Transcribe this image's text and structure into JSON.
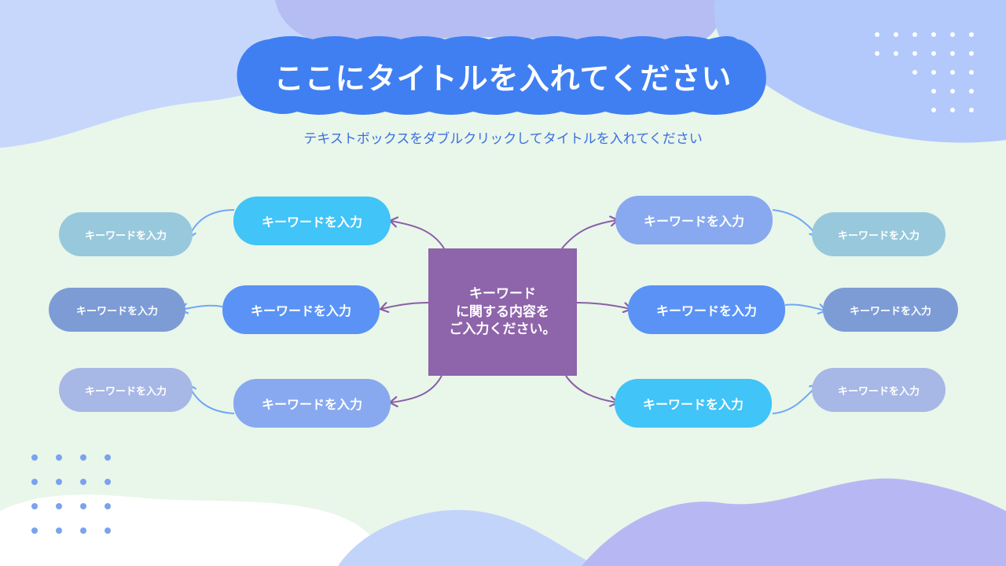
{
  "title": "ここにタイトルを入れてください",
  "subtitle": "テキストボックスをダブルクリックしてタイトルを入れてください",
  "center": "キーワード\nに関する内容を\nご入力ください。",
  "left": [
    {
      "keyword": "キーワードを入力",
      "sub": "キーワードを入力"
    },
    {
      "keyword": "キーワードを入力",
      "sub": "キーワードを入力"
    },
    {
      "keyword": "キーワードを入力",
      "sub": "キーワードを入力"
    }
  ],
  "right": [
    {
      "keyword": "キーワードを入力",
      "sub": "キーワードを入力"
    },
    {
      "keyword": "キーワードを入力",
      "sub": "キーワードを入力"
    },
    {
      "keyword": "キーワードを入力",
      "sub": "キーワードを入力"
    }
  ],
  "colors": {
    "background": "#e9f6ea",
    "title_pill": "#3f7ff2",
    "center_box": "#8e64aa",
    "arrow_center": "#8a5fa6",
    "arrow_outer": "#6fa8f5",
    "node_cyan": "#41c4f7",
    "node_blue": "#5a93f5",
    "node_periwinkle": "#88a9ef"
  }
}
